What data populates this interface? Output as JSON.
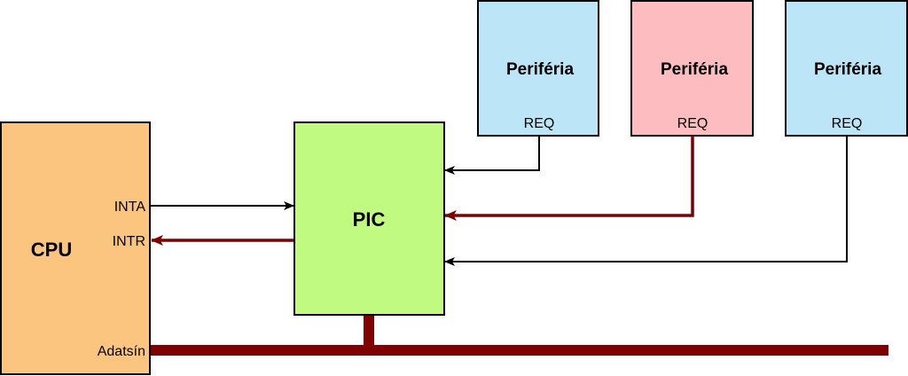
{
  "colors": {
    "cpu_fill": "#FBC57F",
    "pic_fill": "#C0FA80",
    "peripheral_blue_fill": "#BDE5F8",
    "peripheral_red_fill": "#FDBCBF",
    "highlight_wire": "#7F0000",
    "normal_wire": "#000000"
  },
  "cpu": {
    "title": "CPU",
    "inta_label": "INTA",
    "intr_label": "INTR",
    "bus_label": "Adatsín"
  },
  "pic": {
    "title": "PIC"
  },
  "peripherals": [
    {
      "title": "Periféria",
      "req_label": "REQ",
      "highlighted": false
    },
    {
      "title": "Periféria",
      "req_label": "REQ",
      "highlighted": true
    },
    {
      "title": "Periféria",
      "req_label": "REQ",
      "highlighted": false
    }
  ]
}
